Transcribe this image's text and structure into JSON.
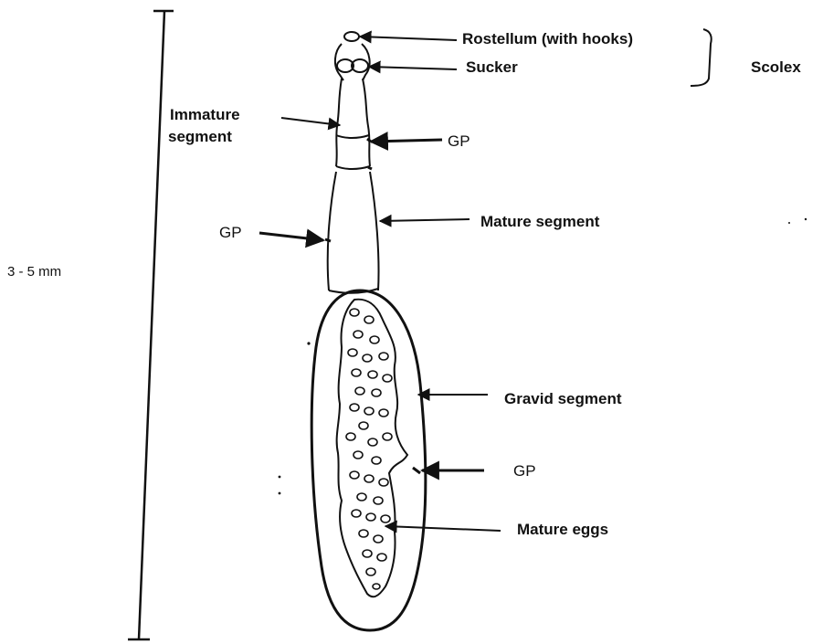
{
  "labels": {
    "rostellum": "Rostellum (with hooks)",
    "sucker": "Sucker",
    "scolex": "Scolex",
    "immature_line1": "Immature",
    "immature_line2": "segment",
    "gp_upper": "GP",
    "gp_left": "GP",
    "mature_segment": "Mature segment",
    "scale": "3 - 5 mm",
    "gravid_segment": "Gravid segment",
    "gp_lower": "GP",
    "mature_eggs": "Mature eggs"
  },
  "colors": {
    "ink": "#111111",
    "background": "#ffffff"
  }
}
